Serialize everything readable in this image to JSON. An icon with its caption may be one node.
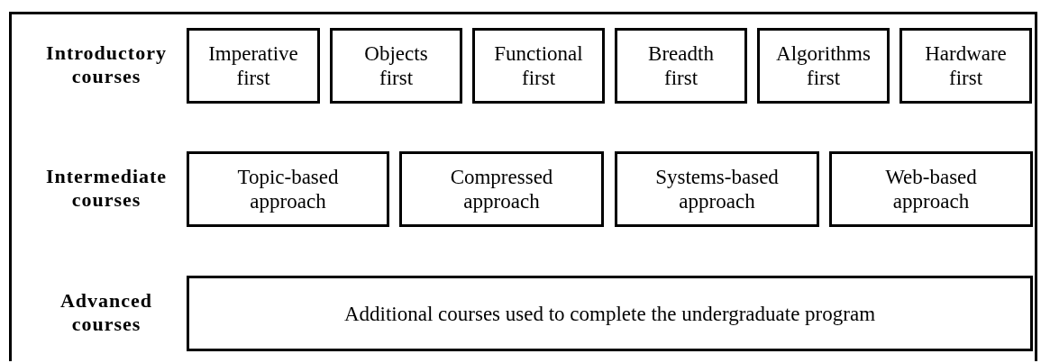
{
  "diagram": {
    "nodes": [
      {
        "text": [],
        "shape": "box"
      },
      {
        "text": [
          "Imperative first"
        ],
        "in": 0
      },
      {
        "text": [
          "Objects first"
        ],
        "in": 0
      },
      {
        "text": [
          "Functional first"
        ],
        "in": 0
      },
      {
        "text": [
          "Breadth first"
        ],
        "in": 0
      },
      {
        "text": [
          "Algorithms first"
        ],
        "in": 0
      },
      {
        "text": [
          "Hardware first"
        ],
        "in": 0
      },
      {
        "text": [
          "Topic-based approach"
        ],
        "in": 0
      },
      {
        "text": [
          "Compressed approach"
        ],
        "in": 0
      },
      {
        "text": [
          "Systems-based approach"
        ],
        "in": 0
      },
      {
        "text": [
          "Web-based approach"
        ],
        "in": 0
      },
      {
        "text": [
          "Additional courses used to complete the undergraduate program"
        ],
        "in": 0
      }
    ],
    "labels": [
      "Introductory courses",
      "Intermediate courses",
      "Advanced courses"
    ]
  }
}
